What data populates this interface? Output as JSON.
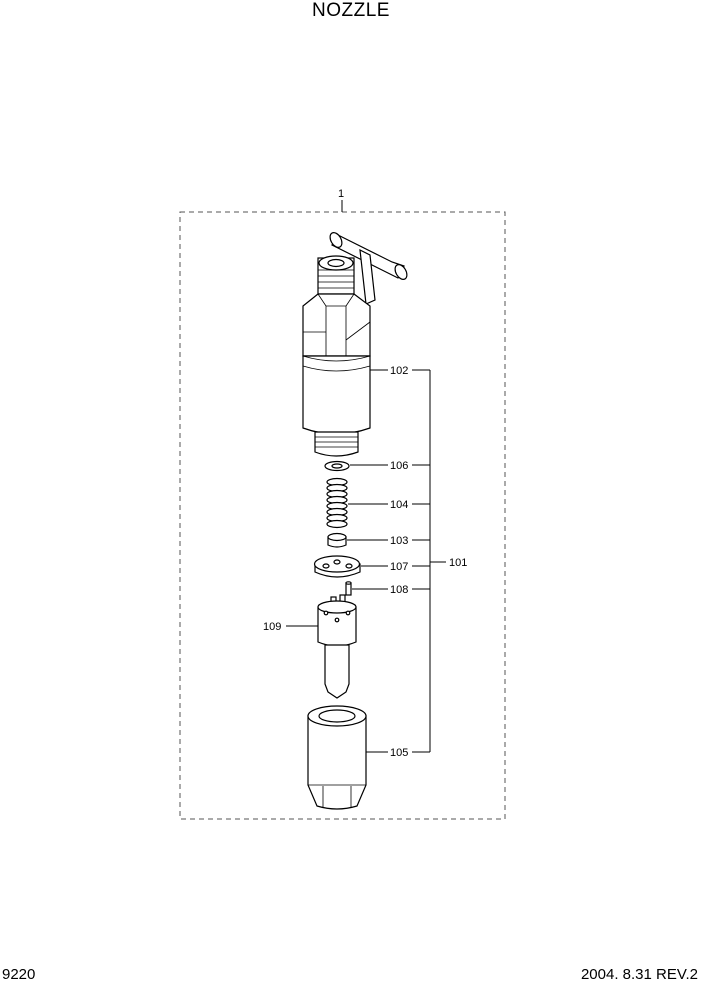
{
  "header": {
    "title": "NOZZLE"
  },
  "footer": {
    "page_code": "9220",
    "revision": "2004. 8.31  REV.2"
  },
  "diagram": {
    "assembly_label": "1",
    "callouts": {
      "c102": "102",
      "c106": "106",
      "c104": "104",
      "c103": "103",
      "c107": "107",
      "c108": "108",
      "c109": "109",
      "c105": "105",
      "c101": "101"
    }
  }
}
